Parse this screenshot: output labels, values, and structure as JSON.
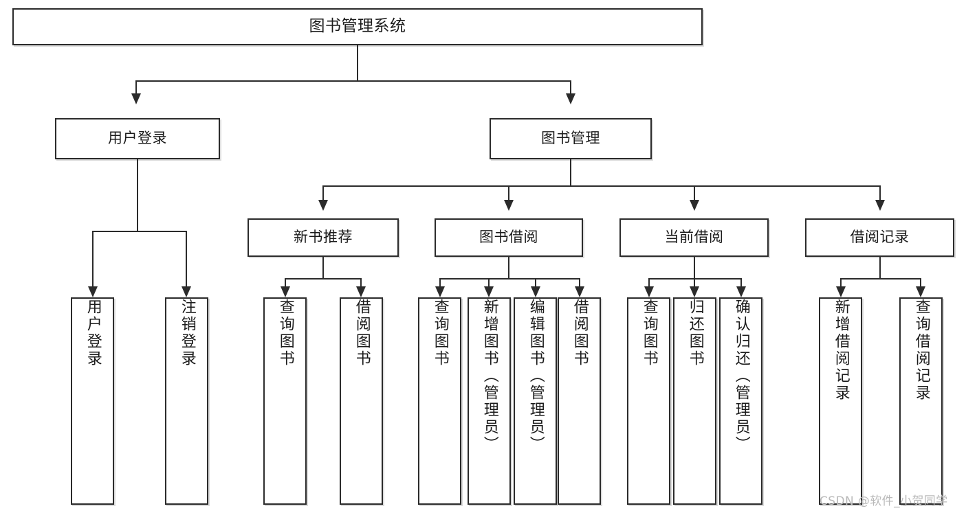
{
  "diagram": {
    "title": "图书管理系统",
    "type": "tree-hierarchy-diagram",
    "root": {
      "label": "图书管理系统"
    },
    "level1": [
      {
        "label": "用户登录"
      },
      {
        "label": "图书管理"
      }
    ],
    "level2": [
      {
        "label": "新书推荐"
      },
      {
        "label": "图书借阅"
      },
      {
        "label": "当前借阅"
      },
      {
        "label": "借阅记录"
      }
    ],
    "leaves": {
      "user_login": [
        {
          "label": "用户登录"
        },
        {
          "label": "注销登录"
        }
      ],
      "new_book_recommend": [
        {
          "label": "查询图书"
        },
        {
          "label": "借阅图书"
        }
      ],
      "book_borrow": [
        {
          "label": "查询图书"
        },
        {
          "label": "新增图书（管理员）"
        },
        {
          "label": "编辑图书（管理员）"
        },
        {
          "label": "借阅图书"
        }
      ],
      "current_borrow": [
        {
          "label": "查询图书"
        },
        {
          "label": "归还图书"
        },
        {
          "label": "确认归还（管理员）"
        }
      ],
      "borrow_record": [
        {
          "label": "新增借阅记录"
        },
        {
          "label": "查询借阅记录"
        }
      ]
    }
  },
  "watermark": {
    "text": "CSDN @软件_小贺同学"
  },
  "colors": {
    "border": "#2b2b2b",
    "text": "#1b1b1b",
    "background": "#ffffff",
    "watermark": "#b9b9b9"
  }
}
